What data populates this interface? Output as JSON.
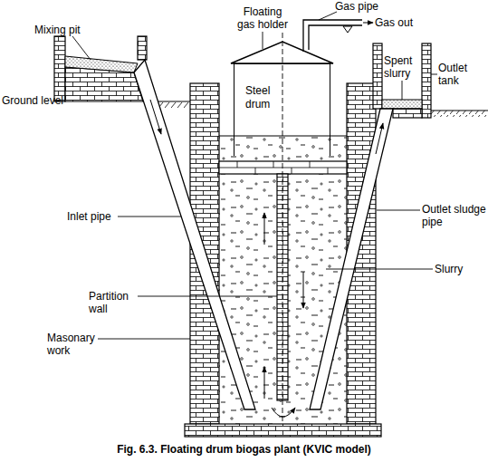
{
  "diagram": {
    "caption": "Fig. 6.3. Floating drum biogas plant (KVIC model)",
    "nodes": [
      {
        "text": [
          "Steel drum"
        ]
      }
    ],
    "labels": [
      "Mixing pit",
      "Floating gas holder",
      "Gas pipe",
      "Gas out",
      "Spent slurry",
      "Outlet tank",
      "Ground level",
      "Inlet pipe",
      "Outlet sludge pipe",
      "Slurry",
      "Partition wall",
      "Masonary work"
    ]
  }
}
